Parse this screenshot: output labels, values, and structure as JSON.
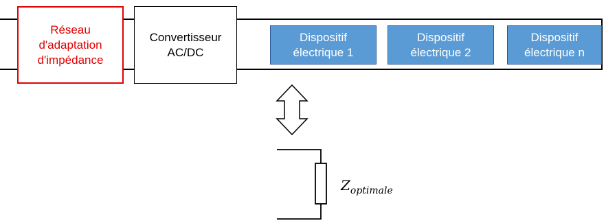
{
  "blocks": {
    "matching_network": "Réseau\nd'adaptation\nd'impédance",
    "converter": "Convertisseur\nAC/DC",
    "devices": [
      "Dispositif\nélectrique 1",
      "Dispositif\nélectrique 2",
      "Dispositif\nélectrique n"
    ]
  },
  "load": {
    "symbol": "Z",
    "subscript": "optimale"
  },
  "colors": {
    "matching_network_border": "#e00000",
    "device_fill": "#5b9bd5",
    "device_border": "#2f5597"
  }
}
